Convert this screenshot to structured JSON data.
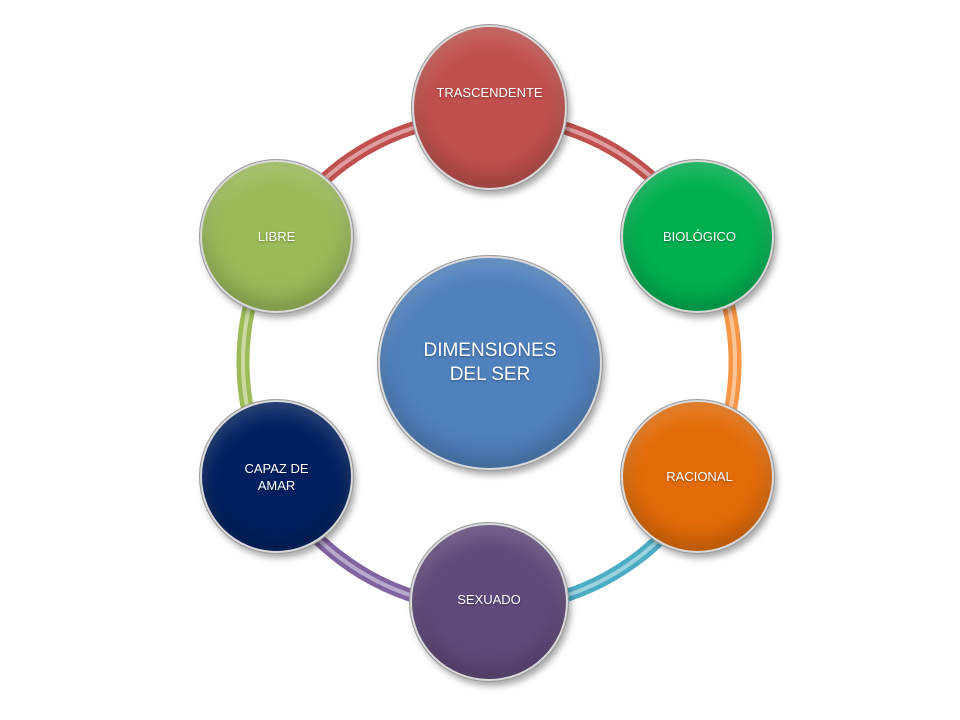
{
  "diagram": {
    "center": {
      "label": "DIMENSIONES DEL SER",
      "color": "#4f81bd"
    },
    "nodes": [
      {
        "id": "trascendente",
        "label": "TRASCENDENTE",
        "color": "#c0504d"
      },
      {
        "id": "biologico",
        "label": "BIOLÓGICO",
        "color": "#00b050"
      },
      {
        "id": "racional",
        "label": "RACIONAL",
        "color": "#e36c09"
      },
      {
        "id": "sexuado",
        "label": "SEXUADO",
        "color": "#604a7b"
      },
      {
        "id": "capaz-de-amar",
        "label": "CAPAZ DE AMAR",
        "color": "#002060"
      },
      {
        "id": "libre",
        "label": "LIBRE",
        "color": "#9bbb59"
      }
    ],
    "arc_colors": {
      "trascendente-biologico": "#c0504d",
      "biologico-racional": "#f79646",
      "racional-sexuado": "#4bacc6",
      "sexuado-capaz-de-amar": "#8064a2",
      "capaz-de-amar-libre": "#9bbb59",
      "libre-trascendente": "#c0504d"
    }
  }
}
